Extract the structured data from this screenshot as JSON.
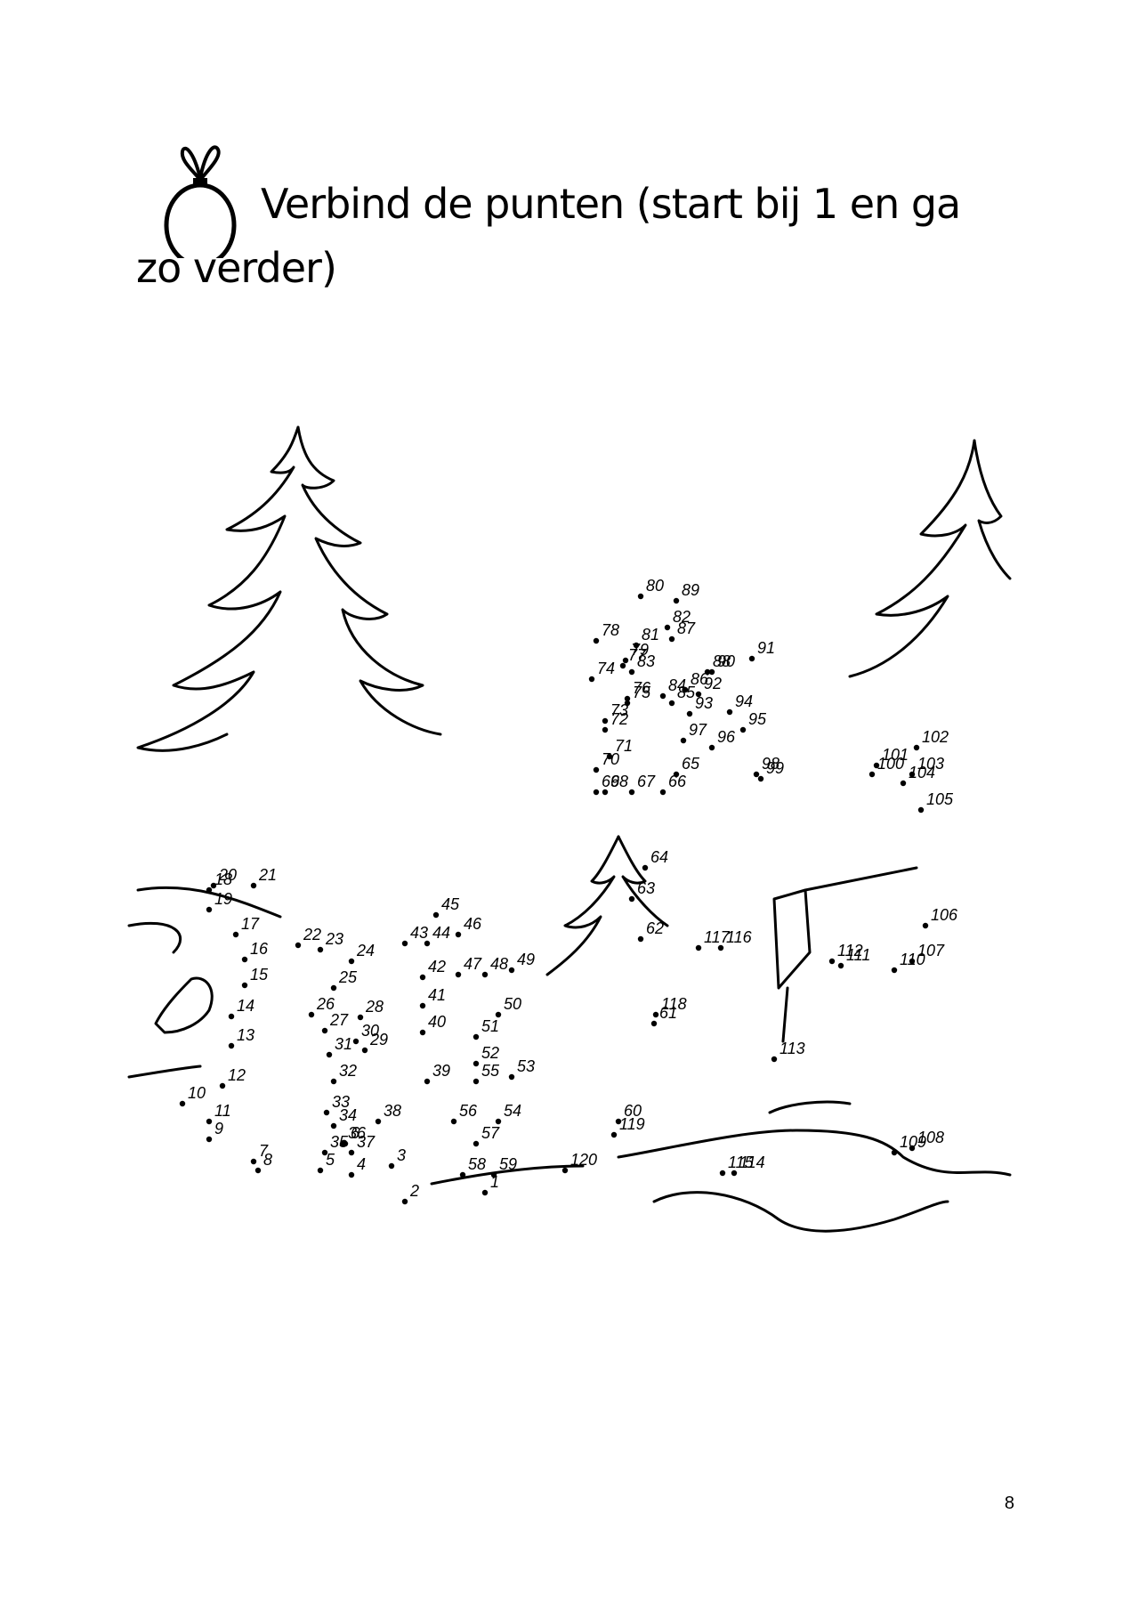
{
  "heading": {
    "line1": "Verbind de punten (start bij 1 en ga",
    "line2": "zo verder)"
  },
  "ornament_icon": "christmas-bauble-icon",
  "puzzle": {
    "instruction_start": "1",
    "point_labels": [
      "1",
      "2",
      "3",
      "4",
      "5",
      "6",
      "7",
      "8",
      "9",
      "10",
      "11",
      "12",
      "13",
      "14",
      "15",
      "16",
      "17",
      "18",
      "19",
      "20",
      "21",
      "22",
      "23",
      "24",
      "25",
      "26",
      "27",
      "28",
      "29",
      "30",
      "31",
      "32",
      "33",
      "34",
      "35",
      "36",
      "37",
      "38",
      "39",
      "40",
      "41",
      "42",
      "43",
      "44",
      "45",
      "46",
      "47",
      "48",
      "49",
      "50",
      "51",
      "52",
      "53",
      "54",
      "55",
      "56",
      "57",
      "58",
      "59",
      "60",
      "61",
      "62",
      "63",
      "64",
      "65",
      "66",
      "67",
      "68",
      "69",
      "70",
      "71",
      "72",
      "73",
      "74",
      "75",
      "76",
      "77",
      "78",
      "79",
      "80",
      "81",
      "82",
      "83",
      "84",
      "85",
      "86",
      "87",
      "88",
      "89",
      "90",
      "91",
      "92",
      "93",
      "94",
      "95",
      "96",
      "97",
      "98",
      "99",
      "100",
      "101",
      "102",
      "103",
      "104",
      "105",
      "106",
      "107",
      "108",
      "109",
      "110",
      "111",
      "112",
      "113",
      "114",
      "115",
      "116",
      "117",
      "118",
      "119",
      "120"
    ]
  },
  "page_number": "8"
}
